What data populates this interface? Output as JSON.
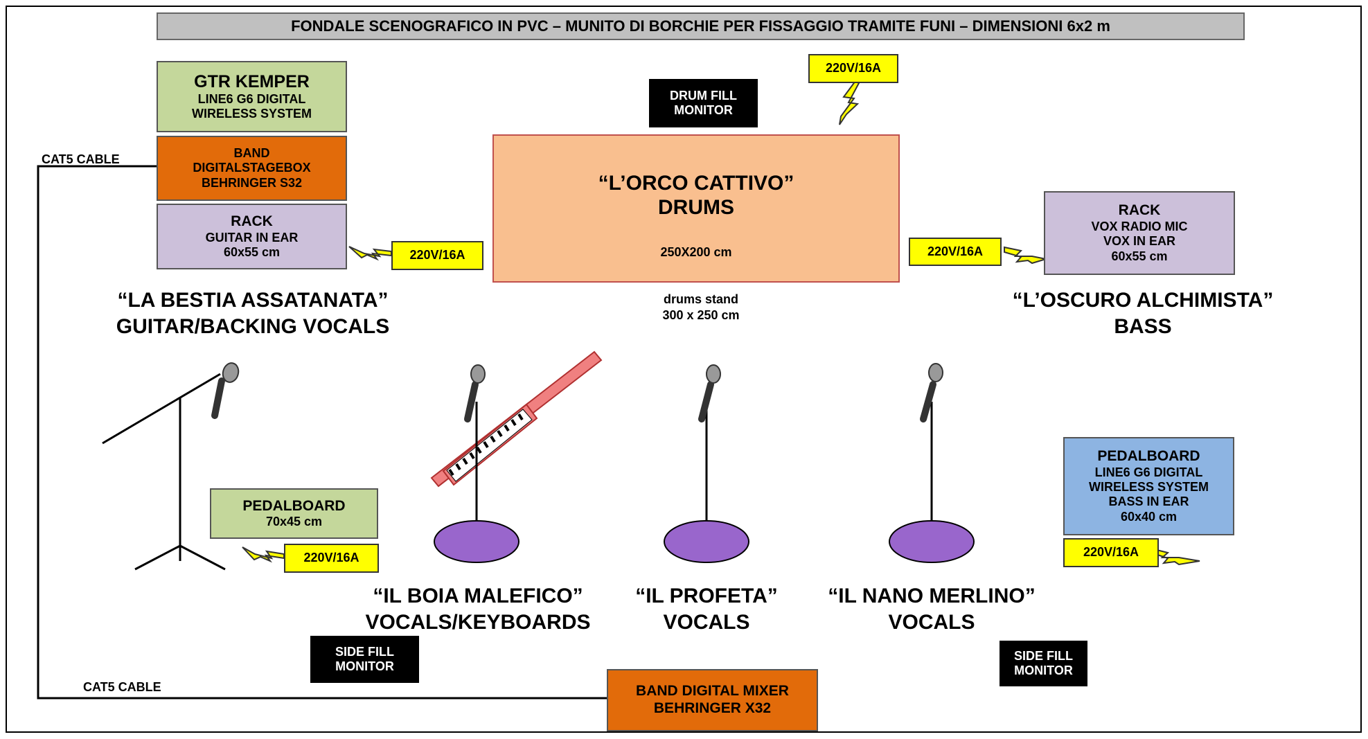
{
  "title": "FONDALE SCENOGRAFICO IN PVC – MUNITO DI BORCHIE PER FISSAGGIO TRAMITE FUNI – DIMENSIONI 6x2 m",
  "gtr_kemper": {
    "title": "GTR KEMPER",
    "line1": "LINE6 G6 DIGITAL",
    "line2": "WIRELESS SYSTEM"
  },
  "stagebox": {
    "line1": "BAND",
    "line2": "DIGITALSTAGEBOX",
    "line3": "BEHRINGER S32"
  },
  "rack_guitar": {
    "title": "RACK",
    "line1": "GUITAR IN EAR",
    "line2": "60x55 cm"
  },
  "drum_fill": {
    "line1": "DRUM FILL",
    "line2": "MONITOR"
  },
  "drums": {
    "name": "“L’ORCO CATTIVO”",
    "role": "DRUMS",
    "size": "250X200 cm"
  },
  "drums_stand": {
    "line1": "drums stand",
    "line2": "300 x 250 cm"
  },
  "rack_bass": {
    "title": "RACK",
    "line1": "VOX RADIO MIC",
    "line2": "VOX IN EAR",
    "line3": "60x55 cm"
  },
  "pedalboard_gtr": {
    "title": "PEDALBOARD",
    "line1": "70x45 cm"
  },
  "pedalboard_bass": {
    "title": "PEDALBOARD",
    "line1": "LINE6 G6 DIGITAL",
    "line2": "WIRELESS SYSTEM",
    "line3": "BASS IN EAR",
    "line4": "60x40 cm"
  },
  "power": {
    "label": "220V/16A"
  },
  "cat5": {
    "label": "CAT5 CABLE"
  },
  "side_fill": {
    "line1": "SIDE FILL",
    "line2": "MONITOR"
  },
  "mixer": {
    "line1": "BAND DIGITAL MIXER",
    "line2": "BEHRINGER X32"
  },
  "members": {
    "guitar": {
      "name": "“LA BESTIA ASSATANATA”",
      "role": "GUITAR/BACKING VOCALS"
    },
    "bass": {
      "name": "“L’OSCURO ALCHIMISTA”",
      "role": "BASS"
    },
    "keys": {
      "name": "“IL BOIA MALEFICO”",
      "role": "VOCALS/KEYBOARDS"
    },
    "profeta": {
      "name": "“IL PROFETA”",
      "role": "VOCALS"
    },
    "merlino": {
      "name": "“IL NANO MERLINO”",
      "role": "VOCALS"
    }
  },
  "colors": {
    "green": "#c4d79b",
    "orange": "#e26b0a",
    "lilac": "#ccc0da",
    "peach": "#f9bf8f",
    "blue": "#8db4e2",
    "yellow": "#ffff00",
    "purple_base": "#9966cc",
    "keytar": "#f08080"
  }
}
